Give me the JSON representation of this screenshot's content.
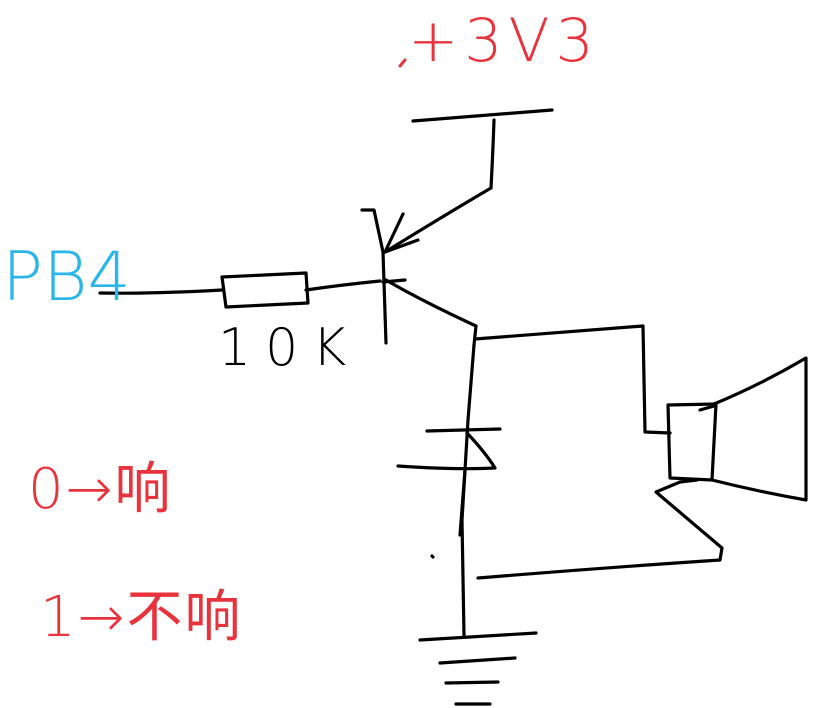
{
  "labels": {
    "supply": "+3V3",
    "input": "PB4",
    "resistor": "10K"
  },
  "notes": [
    {
      "text": "0→响"
    },
    {
      "text": "1→不响"
    }
  ],
  "colors": {
    "ink": "#000000",
    "red": "#e8323c",
    "blue": "#2ab6ea"
  }
}
